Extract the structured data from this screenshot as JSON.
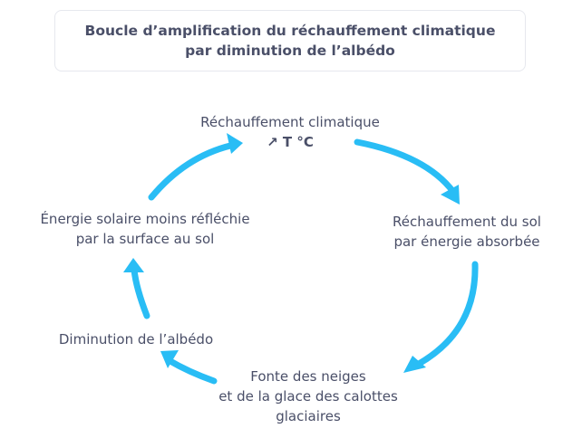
{
  "title": {
    "line1": "Boucle d’amplification du réchauffement climatique",
    "line2": "par diminution de l’albédo"
  },
  "nodes": [
    {
      "id": "rechauffement-climatique",
      "lines": [
        "Réchauffement climatique",
        "↗ T °C"
      ]
    },
    {
      "id": "rechauffement-sol",
      "lines": [
        "Réchauffement du sol",
        "par énergie absorbée"
      ]
    },
    {
      "id": "fonte-neiges",
      "lines": [
        "Fonte des neiges",
        "et de la glace des calottes",
        "glaciaires"
      ]
    },
    {
      "id": "diminution-albedo",
      "lines": [
        "Diminution de l’albédo"
      ]
    },
    {
      "id": "energie-solaire",
      "lines": [
        "Énergie solaire moins réfléchie",
        "par la surface au sol"
      ]
    }
  ],
  "colors": {
    "arrow": "#29bdf5",
    "text": "#4a4f68",
    "title_border": "#e6e8ee"
  }
}
